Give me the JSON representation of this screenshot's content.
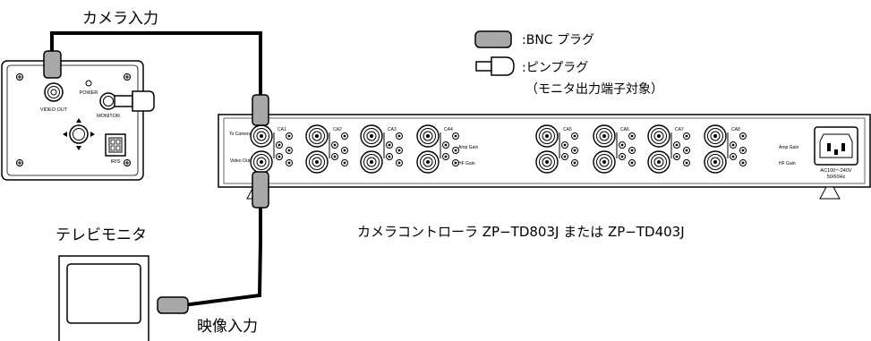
{
  "labels": {
    "camera_input": "カメラ入力",
    "tv_monitor": "テレビモニタ",
    "video_input": "映像入力",
    "controller": "カメラコントローラ ZP−TD803J または ZP−TD403J"
  },
  "legend": {
    "bnc": ":BNC プラグ",
    "pin": ":ピンプラグ",
    "pin_note": "（モニタ出力端子対象）"
  },
  "camera": {
    "power": "POWER",
    "video_out": "VIDEO OUT",
    "monitor": "MONITOR",
    "iris": "IRIS"
  },
  "controller_panel": {
    "to_camera": "To Camera",
    "video_out": "Video Out",
    "channels": [
      "CA1",
      "CA2",
      "CA3",
      "CA4",
      "CA5",
      "CA6",
      "CA7",
      "CA8"
    ],
    "amp_gain": "Amp Gain",
    "hf_gain": "HF Gain",
    "ac": "AC100〜240V",
    "hz": "50/60Hz"
  }
}
